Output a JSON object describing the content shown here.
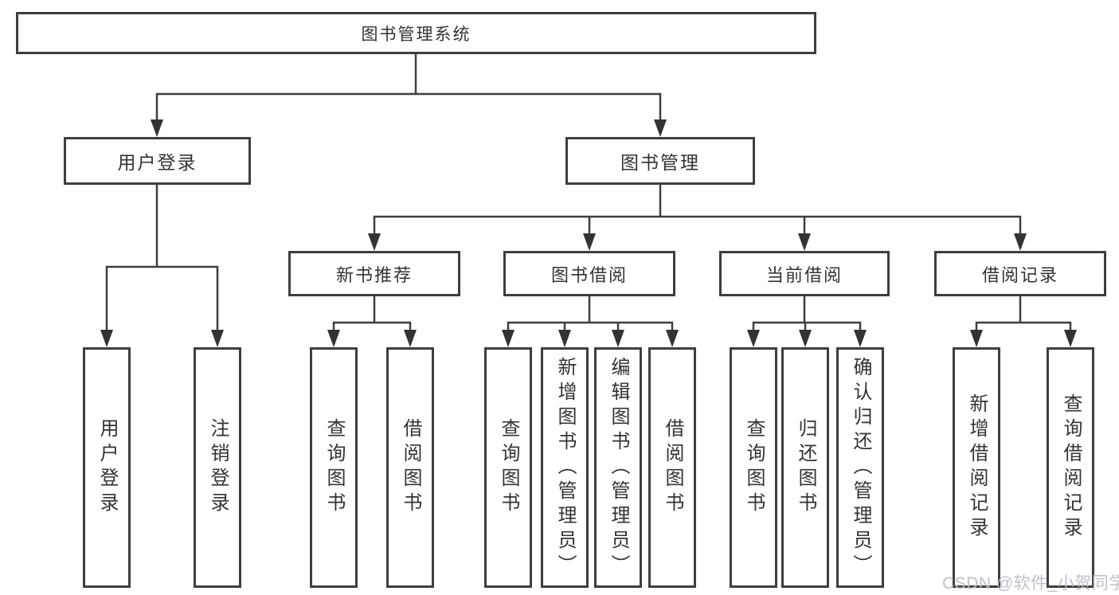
{
  "diagram": {
    "type": "hierarchy-tree",
    "line_color": "#3e3e3e",
    "box_border_color": "#3e3e3e",
    "box_fill_color": "#ffffff",
    "text_color": "#333333",
    "background_color": "#ffffff"
  },
  "tree": {
    "label": "图书管理系统",
    "children": [
      {
        "label": "用户登录",
        "children": [
          {
            "label": "用户登录"
          },
          {
            "label": "注销登录"
          }
        ]
      },
      {
        "label": "图书管理",
        "children": [
          {
            "label": "新书推荐",
            "children": [
              {
                "label": "查询图书"
              },
              {
                "label": "借阅图书"
              }
            ]
          },
          {
            "label": "图书借阅",
            "children": [
              {
                "label": "查询图书"
              },
              {
                "label": "新增图书（管理员）"
              },
              {
                "label": "编辑图书（管理员）"
              },
              {
                "label": "借阅图书"
              }
            ]
          },
          {
            "label": "当前借阅",
            "children": [
              {
                "label": "查询图书"
              },
              {
                "label": "归还图书"
              },
              {
                "label": "确认归还（管理员）"
              }
            ]
          },
          {
            "label": "借阅记录",
            "children": [
              {
                "label": "新增借阅记录"
              },
              {
                "label": "查询借阅记录"
              }
            ]
          }
        ]
      }
    ]
  },
  "watermark": {
    "text": "CSDN @软件_小贺同学"
  }
}
